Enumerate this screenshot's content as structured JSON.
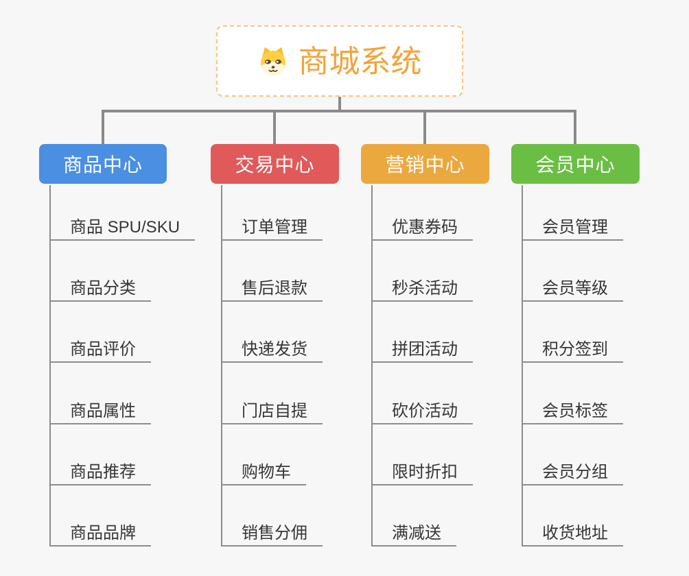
{
  "root": {
    "title": "商城系统",
    "icon": "dog-icon",
    "accent_color": "#F2A43C",
    "border_color": "#F5C684"
  },
  "branches": [
    {
      "label": "商品中心",
      "color": "#4A8FE2",
      "children": [
        "商品 SPU/SKU",
        "商品分类",
        "商品评价",
        "商品属性",
        "商品推荐",
        "商品品牌"
      ]
    },
    {
      "label": "交易中心",
      "color": "#E05A5A",
      "children": [
        "订单管理",
        "售后退款",
        "快递发货",
        "门店自提",
        "购物车",
        "销售分佣"
      ]
    },
    {
      "label": "营销中心",
      "color": "#EBA83E",
      "children": [
        "优惠券码",
        "秒杀活动",
        "拼团活动",
        "砍价活动",
        "限时折扣",
        "满减送"
      ]
    },
    {
      "label": "会员中心",
      "color": "#6BBE44",
      "children": [
        "会员管理",
        "会员等级",
        "积分签到",
        "会员标签",
        "会员分组",
        "收货地址"
      ]
    }
  ],
  "colors": {
    "connector": "#8A8A8A",
    "leaf_line": "#8C8C8C",
    "leaf_text": "#363636",
    "background": "#F7F7F7",
    "dog_head": "#FFD141",
    "dog_ear": "#FBBD2F",
    "dog_muzzle": "#FFF6DC",
    "dog_features": "#5F4526"
  }
}
